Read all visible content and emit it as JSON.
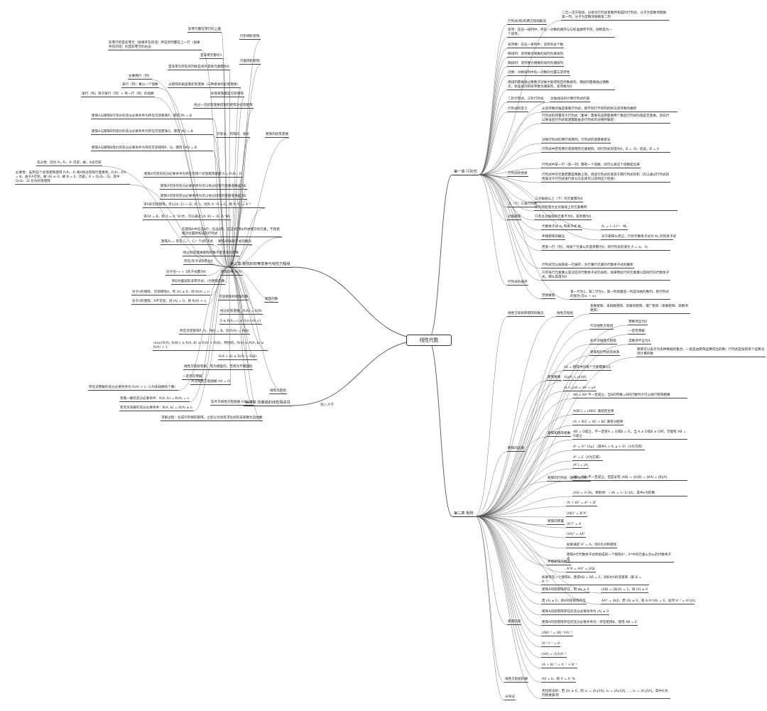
{
  "root": "线性代数",
  "float_label": "输入文字",
  "branches": {
    "ch1": "第一章 行列式",
    "ch2": "第二章 矩阵",
    "ch3": "第三章 矩阵的初等变换与线性方程组",
    "ch4": "第四章 向量组的线性相关性"
  },
  "ch1": {
    "items": [
      "行列式(和)的两方程组解法",
      "二元一次方程组、分母为行列式系数所构成的行列式，分子为常数项替换第一列，分子为常数项替换第二列",
      "逆序：在任一排列中，存在一对数的顺序与与标准顺序不同，则称其为一个逆序。",
      "逆序数：在任一排列中，逆序的总个数",
      "奇排列：逆序数为奇数的排列为奇排列",
      "偶排列：逆序数为偶数的排列为偶排列",
      "对换：对换排列中任一对数的位置与逆序性",
      "奇排列需要通过奇数次对换才能得到自然数排列，偶排列需要通过偶数次，标准排列的逆序数为偶排列，逆序数为0",
      "二阶行列式、三阶行列式",
      "对角线法则计算行列式的值",
      "行列式的定义",
      "从逆序数的角度来看行列式，即不同行不同列的积与逆序数的乘积",
      "行列式的性质",
      "行列式的转置等于行列式（集导：需要先证明变换两个数后行列式的值是否变换，逆向代以降低后行列式排逐都能由多行列式的对换所确定）",
      "对换行列式的两行或两列，行列式的值需要变号",
      "行列式中若有两行或者两列元素相同，则行列式的值为0，D = -D，因此，D = 0",
      "行列式中某一行（第一列）都有一个倍数，则可以将这个倍数提出来",
      "行列式中的元素若都是两数之和，则该行列式的值等于两行列式的和（可以通过行列式的性质对于行列式进行拆分与化简可以得到这个性质）",
      "上（下）三角行列式",
      "三对角线以上（下）的元素都为0",
      "行列式的值为主对角线上的元素乘积",
      "对角矩阵",
      "只有主对角线的元素不为0，其余都为0",
      "行列式的展开",
      "代数余子式 Aᵢⱼ 和余子式 Mᵢⱼ",
      "Aᵢⱼ = (−1)ⁱ⁺ʲ · Mᵢⱼ",
      "伴随矩阵的概念",
      "对于矩阵Aᵢⱼ而言，行的代数余子式为 Mᵢⱼ 的列余子式",
      "若某一行（列），除某个元素aᵢⱼ外其余都为0，则行列式的值为 A = aᵢⱼ · Aᵢⱼ",
      "行列式可以按照某一行展开，为行乘行元素的代数余子式的乘积",
      "只有某行元素乘以其对应的代数余子式的总和，如果用此行的元素乘以其他行的代数余子式，那么其值为0",
      "范德蒙德",
      "第一行为1，第二行为x，第一列到最后一列是归纳的数列，则行列式的值为 ∏(xᵢ − xⱼ)"
    ]
  },
  "ch2": {
    "items": [
      "线性方程组和矩阵的概念",
      "线性方程组",
      "系数矩阵、未知数矩阵、常数项矩阵、增广矩阵（系数矩阵、常数项矩阵）",
      "齐次线性方程组",
      "零数项全为0",
      "一定有零解",
      "非齐次线性方程组",
      "常数项不全为0",
      "矩阵和行列式的关系",
      "矩阵可以表示为多种数据的集合，一般是由矩阵运算得出的数；行列式是按照某个运算法则计算的数",
      "矩阵的运算",
      "矩阵数乘",
      "λA = 矩阵中的每个元素都乘以λ",
      "λ(μA) = μ(λA)",
      "(λ + μ)A = λA + μA",
      "矩阵和矩阵相乘",
      "AB = BA 不一定成立，当A的列数=B的行数时才可以进行矩阵相乘",
      "A(BC) = (AB)C 满足结合律",
      "(A + B)C = AC + BC 满足分配律",
      "AB = O成立，不一定有A = O或B = O，当 A ≠ O或B ≠ O时，可能有 AB = O成立",
      "Aᵏ = A^{λμ}（其中λ > 0, μ > 0）（A为方阵）",
      "A⁰ = E（A为方阵）",
      "矩阵的行列式（矩阵为方阵）",
      "|Aᵀ| = |A|",
      "AB = BA 不一定成立，但是必有 |AB| = |A||B| = |BA| = |B||A|",
      "|λA| = λⁿ|A|，特别地：−|A| = (−1)ⁿ|A|，其中n为阶数",
      "矩阵的转置",
      "(A + B)ᵀ = Aᵀ + Bᵀ",
      "(AB)ᵀ = BᵀAᵀ",
      "(Aᵀ)ᵀ = A",
      "(λA)ᵀ = λAᵀ",
      "如果满足 Aᵀ = A，则A为对称矩阵",
      "伴随矩阵的概念",
      "矩阵A行代数余子式所组成的一个矩阵A*，A*中的元素aᵢⱼ为aᵢⱼ的代数余子式",
      "A*A = AA* = |A|E",
      "矩阵的逆",
      "如果存在一个矩阵B，使得AB = BA = E，则B为A的逆矩阵（即 B = A⁻¹）",
      "矩阵A的逆矩阵存在，则 |A| ≠ 0",
      "|AB| = |B||A| = 1，则 |A| ≠ 0",
      "若 |A| ≠ 0，则A的逆矩阵存在",
      "AA* = |A|E，若 |A| ≠ 0，则 A·A*/|A| = E，此时 A⁻¹ = A*/|A|",
      "矩阵A的逆矩阵存在的充分必要条件为 |A| ≠ 0",
      "矩阵A的逆矩阵存在的充分必要条件为：存在矩阵B，使得 AB = E",
      "(AB)⁻¹ = (B)⁻¹(A)⁻¹",
      "(A⁻¹)⁻¹ = A",
      "(λA) = (1/λ)A⁻¹",
      "(A + B)⁻¹ = A⁻¹ + B⁻¹",
      "线性方程组的解",
      "AX = b，则 X = A⁻¹b",
      "分块法",
      "克拉默法则：若 |A| ≠ 0，则 x₁ = |A₁|/|A|, x₂ = |A₂|/|A|, …, xₙ = |Aₙ|/|A|，其中Aᵢ为列替换第i列"
    ]
  },
  "ch3": {
    "items": [
      "非零行都在零行的上面",
      "非零行的首非零元（如果存在的话）所在的列都在上一行（如果存在的话）的首非零元的右边",
      "行阶梯形矩阵",
      "首非零元都为1",
      "首非零元所在的列除自身外其他元素都为0",
      "行最简形矩阵",
      "左乘两行（列）",
      "某行（列）乘以一个倍数",
      "某行（列）等于某行（列）+ 另一行（列）的倍数",
      "从矩阵的角度看初等变换（三种基本的初等变换）",
      "初等矩阵都是可逆矩阵",
      "经过一次初等变换得到的矩阵为初等矩阵",
      "矩阵的初等变换",
      "矩阵A与矩阵B行等价的充分必要条件为存在可逆矩阵P，使得 PA = B",
      "行等价、列等价、等价",
      "矩阵A与矩阵B列等价的充分必要条件为存在可逆矩阵Q，使得 AQ = B",
      "矩阵A与矩阵B等价的充分必要条件为存在可逆矩阵P、Q，使得 PAQ = B",
      "充分性：因为 P₁, P₂…Pₗ 可逆，故，A也可逆",
      "必要性：设存在l个初等矩阵使得 P₁P₂…Pₗ 将A经过有限行变换到，P₁P₂…PₗA = B，由于A可逆，故 |A| ≠ 0，故 B = E，因此，A = Q₁Q₂…Qₗ，其中 Q₁Q₂…Qₗ 也为初等矩阵",
      "矩阵A可逆的充分必要条件为存在有限个初等矩阵使得 A = P₁P₂…Pₗ",
      "矩阵A可逆的充分必要条件为可以经过初等行变换变换成为E",
      "矩阵A可逆的充分必要条件为可以经过初等列变换变换成为E",
      "求A的可逆矩阵，可以(A, E) ~ (E, A⁻¹)，因为 A⁻¹A = E，则 A⁻¹E = A⁻¹",
      "求AX = B，则 X = A⁻¹B 时，可以通过 (A, B) ~ (E, A⁻¹B)",
      "在矩阵A中任选k行，任选k列，在这k行和k列中相交的元素，不改变相对位置所构成的行列式",
      "矩阵Aₘₓₙ 存在 Cₘᵏ · Cₙᵏ 个k阶子式",
      "矩阵A的k阶子式的概念",
      "经过初等变换矩阵的秩不变且等价的秩",
      "存在r阶子式D不为0",
      "矩阵的秩 R(A)",
      "对于任一r + 1阶子式都为0",
      "称D为最高阶非零子式，r为矩阵的秩",
      "对于n阶矩阵，可逆矩阵A，有 |A| ≠ 0，则 R(A) = n",
      "可逆矩阵和矩阵的秩",
      "对于n阶矩阵，A不可逆，则 |A| = 0，则 R(A) < n",
      "矩阵的秩",
      "经过初等变换，R(A) = R(B)",
      "0 ≤ R(Aₘₓₙ) ≤ min{m, n}",
      "存在可逆矩阵P, Q，PAQ = B，则 R(A) = R(B)",
      "max{R(A), R(B)} ≤ R(A, B) ≤ R(A) + R(B)，特别的，R(A) ≤ R(A, b) ≤ R(A) + 1",
      "R(A + B) ≤ R(A) + R(B)",
      "线性方程组",
      "线性方程组有解，有为相容的，否则为不相容的",
      "一定存在零解",
      "齐次线性方程组解 AX = O",
      "存在非零解的充分必要条件为 R(A) < n（n为未知数的个数）",
      "有唯一解的充分必要条件：R(A, b) = R(A) = n",
      "非齐次线性方程组解 AX = b",
      "有无穷多解的充分必要条件：R(A, b) = R(A) ≠ n",
      "求解过程：化成行阶梯形矩阵，之后以为具有求出式的未知数为自由数"
    ]
  }
}
